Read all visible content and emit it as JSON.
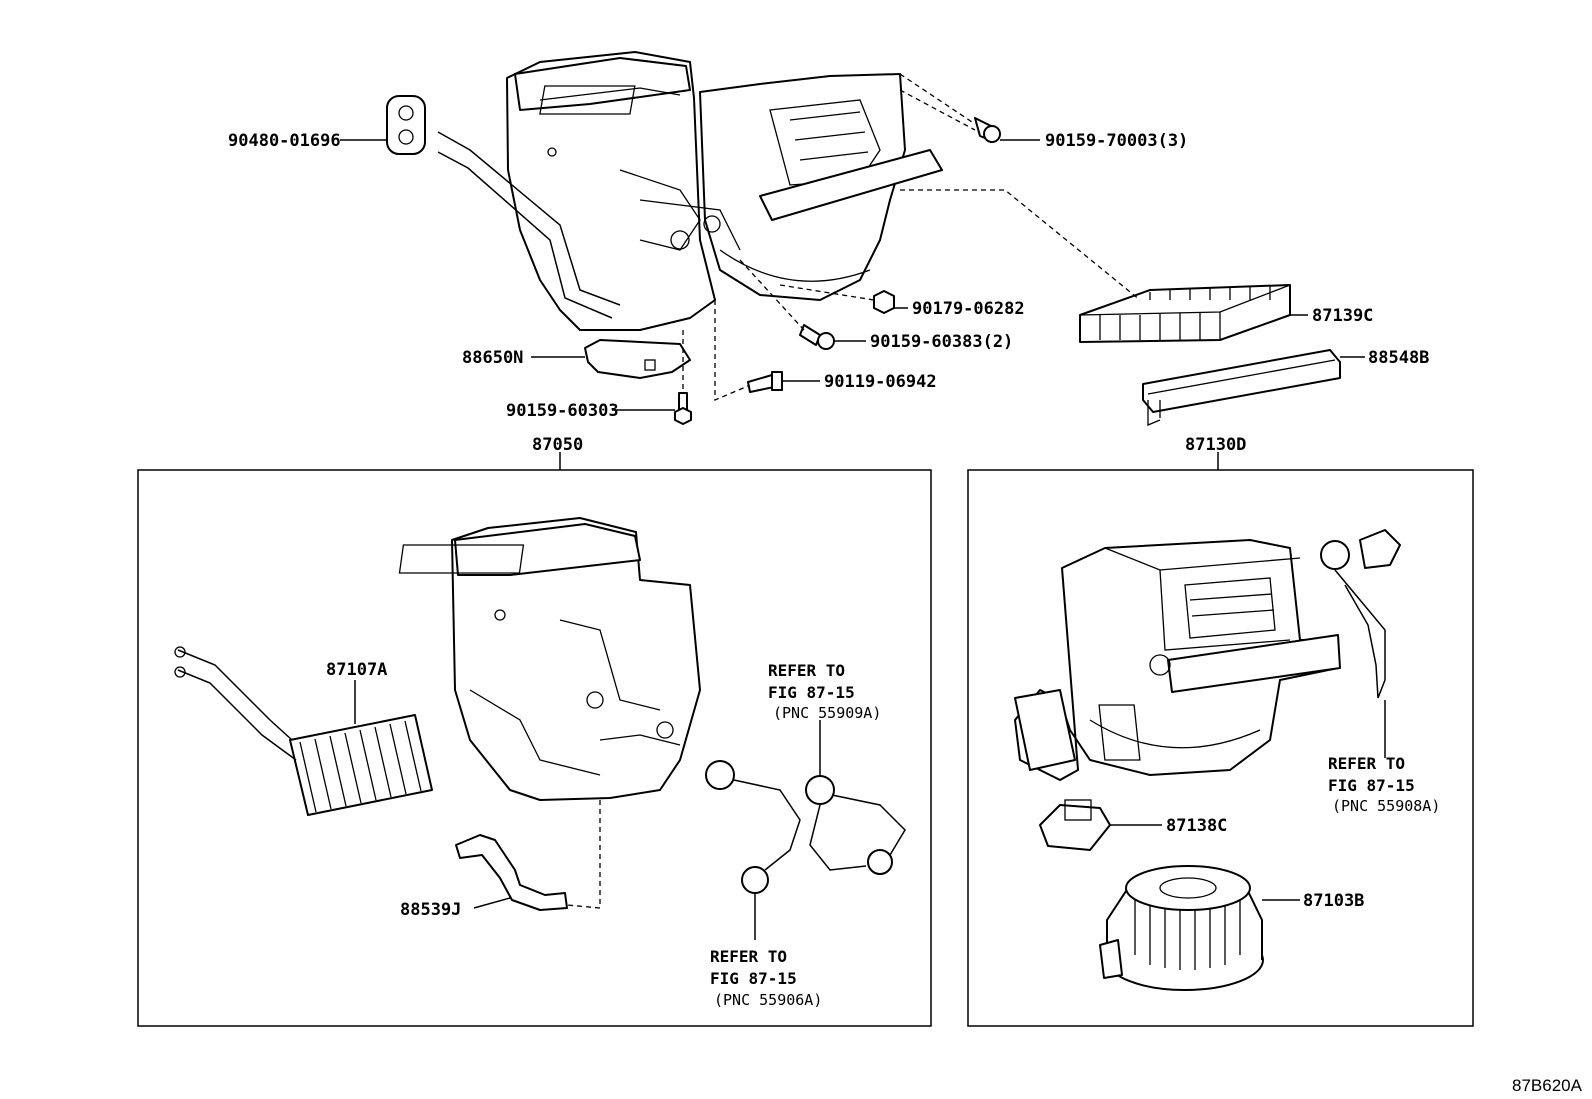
{
  "labels": {
    "p90480": "90480-01696",
    "p90159_70003": "90159-70003(3)",
    "p90179": "90179-06282",
    "p87139c": "87139C",
    "p88650n": "88650N",
    "p90159_60383": "90159-60383(2)",
    "p88548b": "88548B",
    "p90119": "90119-06942",
    "p90159_60303": "90159-60303",
    "p87050": "87050",
    "p87130d": "87130D",
    "p87107a": "87107A",
    "p88539j": "88539J",
    "p87138c": "87138C",
    "p87103b": "87103B"
  },
  "refs": [
    {
      "line1": "REFER TO",
      "line2": "FIG 87-15",
      "line3": "(PNC 55909A)"
    },
    {
      "line1": "REFER TO",
      "line2": "FIG 87-15",
      "line3": "(PNC 55906A)"
    },
    {
      "line1": "REFER TO",
      "line2": "FIG 87-15",
      "line3": "(PNC 55908A)"
    }
  ],
  "figure_code": "87B620A"
}
